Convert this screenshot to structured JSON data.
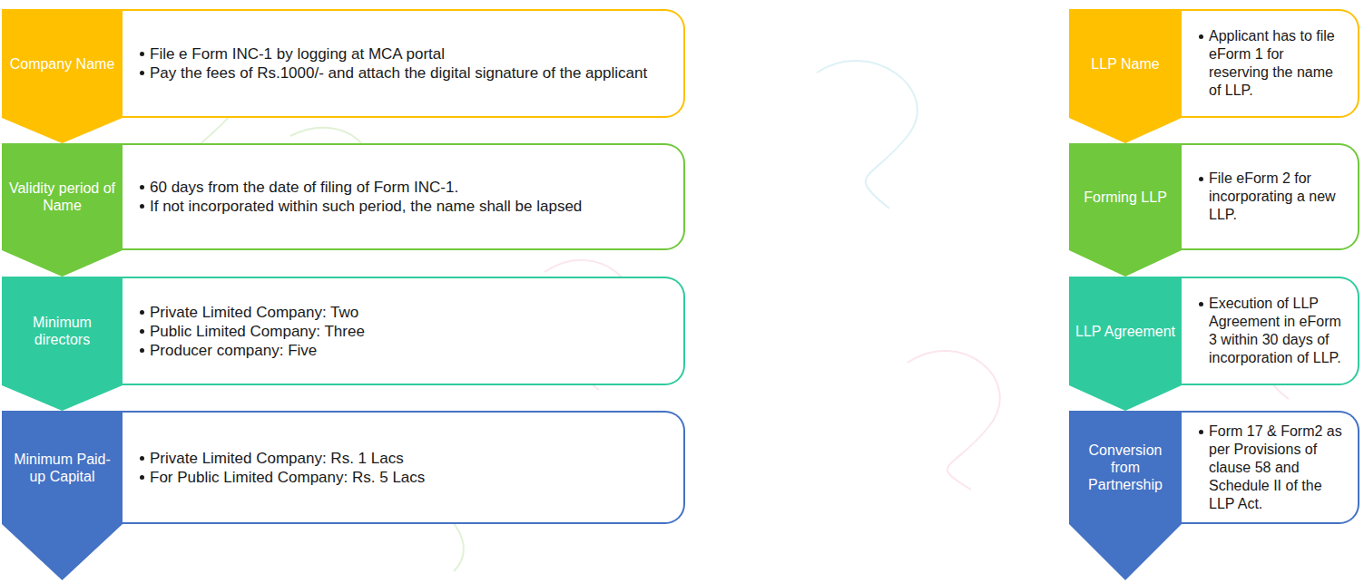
{
  "diagram": {
    "nodes": [
      {
        "text": [
          "Company Name"
        ]
      },
      {
        "text": [
          "File e Form INC-1 by logging at MCA portal",
          "Pay the fees of Rs.1000/- and attach the digital signature of the applicant"
        ]
      },
      {
        "text": [
          "Validity period of Name"
        ]
      },
      {
        "text": [
          "60 days from the date of filing of Form INC-1.",
          "If not incorporated within such period, the name shall be lapsed"
        ]
      },
      {
        "text": [
          "Minimum directors"
        ]
      },
      {
        "text": [
          "Private Limited Company: Two",
          "Public Limited Company: Three",
          "Producer company: Five"
        ]
      },
      {
        "text": [
          "Minimum Paid-up Capital"
        ]
      },
      {
        "text": [
          "Private Limited Company: Rs. 1 Lacs",
          "For Public Limited Company: Rs. 5 Lacs"
        ]
      },
      {
        "text": [
          "LLP Name"
        ]
      },
      {
        "text": [
          "Applicant has to file eForm 1 for reserving the name of LLP."
        ]
      },
      {
        "text": [
          "Forming LLP"
        ]
      },
      {
        "text": [
          "File eForm 2 for incorporating a new LLP."
        ]
      },
      {
        "text": [
          "LLP Agreement"
        ]
      },
      {
        "text": [
          "Execution of LLP Agreement in eForm 3 within 30 days of incorporation of LLP."
        ]
      },
      {
        "text": [
          "Conversion from Partnership"
        ]
      },
      {
        "text": [
          "Form 17 & Form2 as per Provisions of clause 58 and Schedule II of the LLP Act."
        ]
      }
    ]
  }
}
